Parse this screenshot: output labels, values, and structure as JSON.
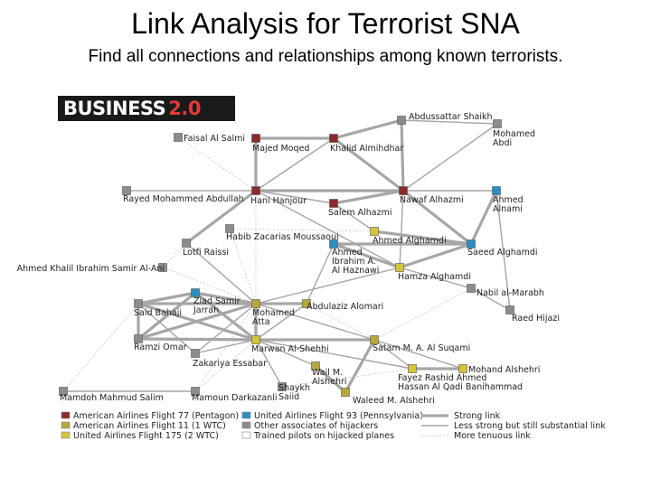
{
  "slide": {
    "title": "Link Analysis for Terrorist SNA",
    "subtitle": "Find all connections and relationships among known terrorists."
  },
  "logo": {
    "word": "BUSINESS",
    "num": "2.0",
    "accent": "#e23a3a"
  },
  "colors": {
    "aa77": "#8b2a2a",
    "aa11": "#b8a83a",
    "ua175": "#d6c43a",
    "ua93": "#2a8fc0",
    "other": "#8c8c8c",
    "pilot": "#ffffff",
    "link": "#a6a6a6"
  },
  "nodes": [
    {
      "id": "abdussattar",
      "label": "Abdussattar Shaikh",
      "group": "other"
    },
    {
      "id": "mohamed_abdi",
      "label": "Mohamed Abdi",
      "group": "other"
    },
    {
      "id": "faisal",
      "label": "Faisal Al Salmi",
      "group": "other"
    },
    {
      "id": "majed",
      "label": "Majed Moqed",
      "group": "aa77"
    },
    {
      "id": "khalid",
      "label": "Khalid Almihdhar",
      "group": "aa77"
    },
    {
      "id": "rayed",
      "label": "Rayed Mohammed Abdullah",
      "group": "other"
    },
    {
      "id": "hani",
      "label": "Hani Hanjour",
      "group": "aa77"
    },
    {
      "id": "salem",
      "label": "Salem Alhazmi",
      "group": "aa77"
    },
    {
      "id": "nawaf",
      "label": "Nawaf Alhazmi",
      "group": "aa77"
    },
    {
      "id": "ahmed_alnami",
      "label": "Ahmed Alnami",
      "group": "ua93"
    },
    {
      "id": "habib",
      "label": "Habib Zacarias Moussaoui",
      "group": "other"
    },
    {
      "id": "ahmed_alghamdi",
      "label": "Ahmed Alghamdi",
      "group": "ua175"
    },
    {
      "id": "lotfi",
      "label": "Lotfi Raissi",
      "group": "other"
    },
    {
      "id": "ahmed_ibrahim",
      "label": "Ahmed Ibrahim A. Al Haznawi",
      "group": "ua93"
    },
    {
      "id": "saeed",
      "label": "Saeed Alghamdi",
      "group": "ua93"
    },
    {
      "id": "hamza",
      "label": "Hamza Alghamdi",
      "group": "ua175"
    },
    {
      "id": "ahmed_khalil",
      "label": "Ahmed Khalil Ibrahim Samir Al-Ani",
      "group": "other"
    },
    {
      "id": "nabil",
      "label": "Nabil al-Marabh",
      "group": "other"
    },
    {
      "id": "ziad",
      "label": "Ziad Samir Jarrah",
      "group": "ua93"
    },
    {
      "id": "said",
      "label": "Said Bahaji",
      "group": "other"
    },
    {
      "id": "mohamed_atta",
      "label": "Mohamed Atta",
      "group": "aa11"
    },
    {
      "id": "abdulaziz",
      "label": "Abdulaziz Alomari",
      "group": "aa11"
    },
    {
      "id": "raed",
      "label": "Raed Hijazi",
      "group": "other"
    },
    {
      "id": "ramzi",
      "label": "Ramzi Omar",
      "group": "other"
    },
    {
      "id": "marwan",
      "label": "Marwan Al-Shehhi",
      "group": "ua175"
    },
    {
      "id": "satam",
      "label": "Satam M. A. Al Suqami",
      "group": "aa11"
    },
    {
      "id": "zakariya",
      "label": "Zakariya Essabar",
      "group": "other"
    },
    {
      "id": "wail",
      "label": "Wail M. Alshehri",
      "group": "aa11"
    },
    {
      "id": "fayez",
      "label": "Fayez Rashid Ahmed Hassan Al Qadi Banihammad",
      "group": "ua175"
    },
    {
      "id": "mohand",
      "label": "Mohand Alshehri",
      "group": "ua175"
    },
    {
      "id": "shaykh",
      "label": "Shaykh Saiid",
      "group": "other"
    },
    {
      "id": "waleed",
      "label": "Waleed M. Alshehri",
      "group": "aa11"
    },
    {
      "id": "mamdoh",
      "label": "Mamdoh Mahmud Salim",
      "group": "other"
    },
    {
      "id": "mamoun",
      "label": "Mamoun Darkazanli",
      "group": "other"
    }
  ],
  "links": [
    {
      "from": "faisal",
      "to": "hani",
      "strength": "weak"
    },
    {
      "from": "majed",
      "to": "khalid",
      "strength": "strong"
    },
    {
      "from": "majed",
      "to": "hani",
      "strength": "strong"
    },
    {
      "from": "khalid",
      "to": "nawaf",
      "strength": "strong"
    },
    {
      "from": "khalid",
      "to": "abdussattar",
      "strength": "strong"
    },
    {
      "from": "khalid",
      "to": "hani",
      "strength": "medium"
    },
    {
      "from": "abdussattar",
      "to": "nawaf",
      "strength": "strong"
    },
    {
      "from": "abdussattar",
      "to": "mohamed_abdi",
      "strength": "medium"
    },
    {
      "from": "mohamed_abdi",
      "to": "nawaf",
      "strength": "medium"
    },
    {
      "from": "rayed",
      "to": "hani",
      "strength": "medium"
    },
    {
      "from": "rayed",
      "to": "nawaf",
      "strength": "weak"
    },
    {
      "from": "hani",
      "to": "nawaf",
      "strength": "strong"
    },
    {
      "from": "hani",
      "to": "salem",
      "strength": "medium"
    },
    {
      "from": "hani",
      "to": "lotfi",
      "strength": "strong"
    },
    {
      "from": "hani",
      "to": "hamza",
      "strength": "medium"
    },
    {
      "from": "hani",
      "to": "mohamed_atta",
      "strength": "weak"
    },
    {
      "from": "nawaf",
      "to": "salem",
      "strength": "strong"
    },
    {
      "from": "nawaf",
      "to": "ahmed_alnami",
      "strength": "medium"
    },
    {
      "from": "nawaf",
      "to": "saeed",
      "strength": "strong"
    },
    {
      "from": "nawaf",
      "to": "hamza",
      "strength": "medium"
    },
    {
      "from": "ahmed_alnami",
      "to": "saeed",
      "strength": "strong"
    },
    {
      "from": "ahmed_alnami",
      "to": "raed",
      "strength": "medium"
    },
    {
      "from": "salem",
      "to": "ahmed_alghamdi",
      "strength": "medium"
    },
    {
      "from": "ahmed_alghamdi",
      "to": "saeed",
      "strength": "strong"
    },
    {
      "from": "ahmed_ibrahim",
      "to": "saeed",
      "strength": "strong"
    },
    {
      "from": "ahmed_ibrahim",
      "to": "hamza",
      "strength": "strong"
    },
    {
      "from": "hamza",
      "to": "saeed",
      "strength": "strong"
    },
    {
      "from": "hamza",
      "to": "nabil",
      "strength": "medium"
    },
    {
      "from": "hamza",
      "to": "mohamed_atta",
      "strength": "medium"
    },
    {
      "from": "ahmed_ibrahim",
      "to": "abdulaziz",
      "strength": "medium"
    },
    {
      "from": "nabil",
      "to": "raed",
      "strength": "medium"
    },
    {
      "from": "nabil",
      "to": "satam",
      "strength": "weak"
    },
    {
      "from": "habib",
      "to": "ahmed_alghamdi",
      "strength": "weak"
    },
    {
      "from": "habib",
      "to": "mohamed_atta",
      "strength": "weak"
    },
    {
      "from": "lotfi",
      "to": "mohamed_atta",
      "strength": "medium"
    },
    {
      "from": "ahmed_khalil",
      "to": "mohamed_atta",
      "strength": "weak"
    },
    {
      "from": "ziad",
      "to": "said",
      "strength": "strong"
    },
    {
      "from": "ziad",
      "to": "mohamed_atta",
      "strength": "strong"
    },
    {
      "from": "ziad",
      "to": "marwan",
      "strength": "strong"
    },
    {
      "from": "ziad",
      "to": "ramzi",
      "strength": "strong"
    },
    {
      "from": "said",
      "to": "mohamed_atta",
      "strength": "strong"
    },
    {
      "from": "said",
      "to": "marwan",
      "strength": "strong"
    },
    {
      "from": "said",
      "to": "ramzi",
      "strength": "strong"
    },
    {
      "from": "said",
      "to": "zakariya",
      "strength": "medium"
    },
    {
      "from": "said",
      "to": "mamdoh",
      "strength": "weak"
    },
    {
      "from": "ramzi",
      "to": "mohamed_atta",
      "strength": "strong"
    },
    {
      "from": "ramzi",
      "to": "marwan",
      "strength": "strong"
    },
    {
      "from": "mohamed_atta",
      "to": "abdulaziz",
      "strength": "strong"
    },
    {
      "from": "mohamed_atta",
      "to": "marwan",
      "strength": "strong"
    },
    {
      "from": "mohamed_atta",
      "to": "satam",
      "strength": "medium"
    },
    {
      "from": "mohamed_atta",
      "to": "zakariya",
      "strength": "medium"
    },
    {
      "from": "mohamed_atta",
      "to": "mamoun",
      "strength": "weak"
    },
    {
      "from": "abdulaziz",
      "to": "marwan",
      "strength": "medium"
    },
    {
      "from": "marwan",
      "to": "satam",
      "strength": "strong"
    },
    {
      "from": "marwan",
      "to": "wail",
      "strength": "medium"
    },
    {
      "from": "marwan",
      "to": "fayez",
      "strength": "medium"
    },
    {
      "from": "marwan",
      "to": "zakariya",
      "strength": "medium"
    },
    {
      "from": "marwan",
      "to": "mamoun",
      "strength": "weak"
    },
    {
      "from": "marwan",
      "to": "shaykh",
      "strength": "medium"
    },
    {
      "from": "satam",
      "to": "waleed",
      "strength": "strong"
    },
    {
      "from": "satam",
      "to": "mohand",
      "strength": "medium"
    },
    {
      "from": "satam",
      "to": "fayez",
      "strength": "medium"
    },
    {
      "from": "wail",
      "to": "waleed",
      "strength": "strong"
    },
    {
      "from": "fayez",
      "to": "mohand",
      "strength": "strong"
    },
    {
      "from": "fayez",
      "to": "shaykh",
      "strength": "weak"
    },
    {
      "from": "mamdoh",
      "to": "mamoun",
      "strength": "medium"
    },
    {
      "from": "abdulaziz",
      "to": "satam",
      "strength": "weak"
    },
    {
      "from": "ahmed_khalil",
      "to": "lotfi",
      "strength": "weak"
    }
  ],
  "legend": {
    "groups": [
      {
        "group": "aa77",
        "label": "American Airlines Flight 77 (Pentagon)"
      },
      {
        "group": "aa11",
        "label": "American Airlines Flight 11 (1 WTC)"
      },
      {
        "group": "ua175",
        "label": "United Airlines Flight 175 (2 WTC)"
      },
      {
        "group": "ua93",
        "label": "United Airlines Flight 93 (Pennsylvania)"
      },
      {
        "group": "other",
        "label": "Other associates of hijackers"
      },
      {
        "group": "pilot",
        "label": "Trained pilots on hijacked planes"
      }
    ],
    "links": [
      {
        "strength": "strong",
        "label": "Strong link"
      },
      {
        "strength": "medium",
        "label": "Less strong but still substantial link"
      },
      {
        "strength": "weak",
        "label": "More tenuous link"
      }
    ]
  }
}
